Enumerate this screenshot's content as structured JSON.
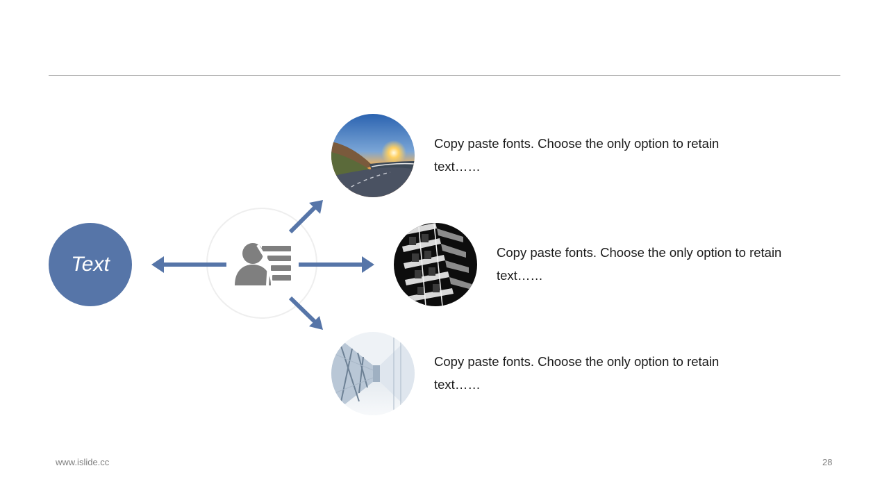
{
  "center_label": "Text",
  "items": [
    {
      "text": "Copy paste fonts. Choose the only option to retain text……",
      "photo": "sunset-road"
    },
    {
      "text": "Copy paste fonts. Choose the only option to retain text……",
      "photo": "building-facade"
    },
    {
      "text": "Copy paste fonts. Choose the only option to retain text……",
      "photo": "glass-corridor"
    }
  ],
  "center_icon": "contact-card-icon",
  "footer": {
    "website": "www.islide.cc",
    "page_number": "28"
  },
  "colors": {
    "accent": "#5675a8",
    "icon": "#7f7f7f",
    "text": "#1a1a1a",
    "divider": "#a6a6a6"
  }
}
